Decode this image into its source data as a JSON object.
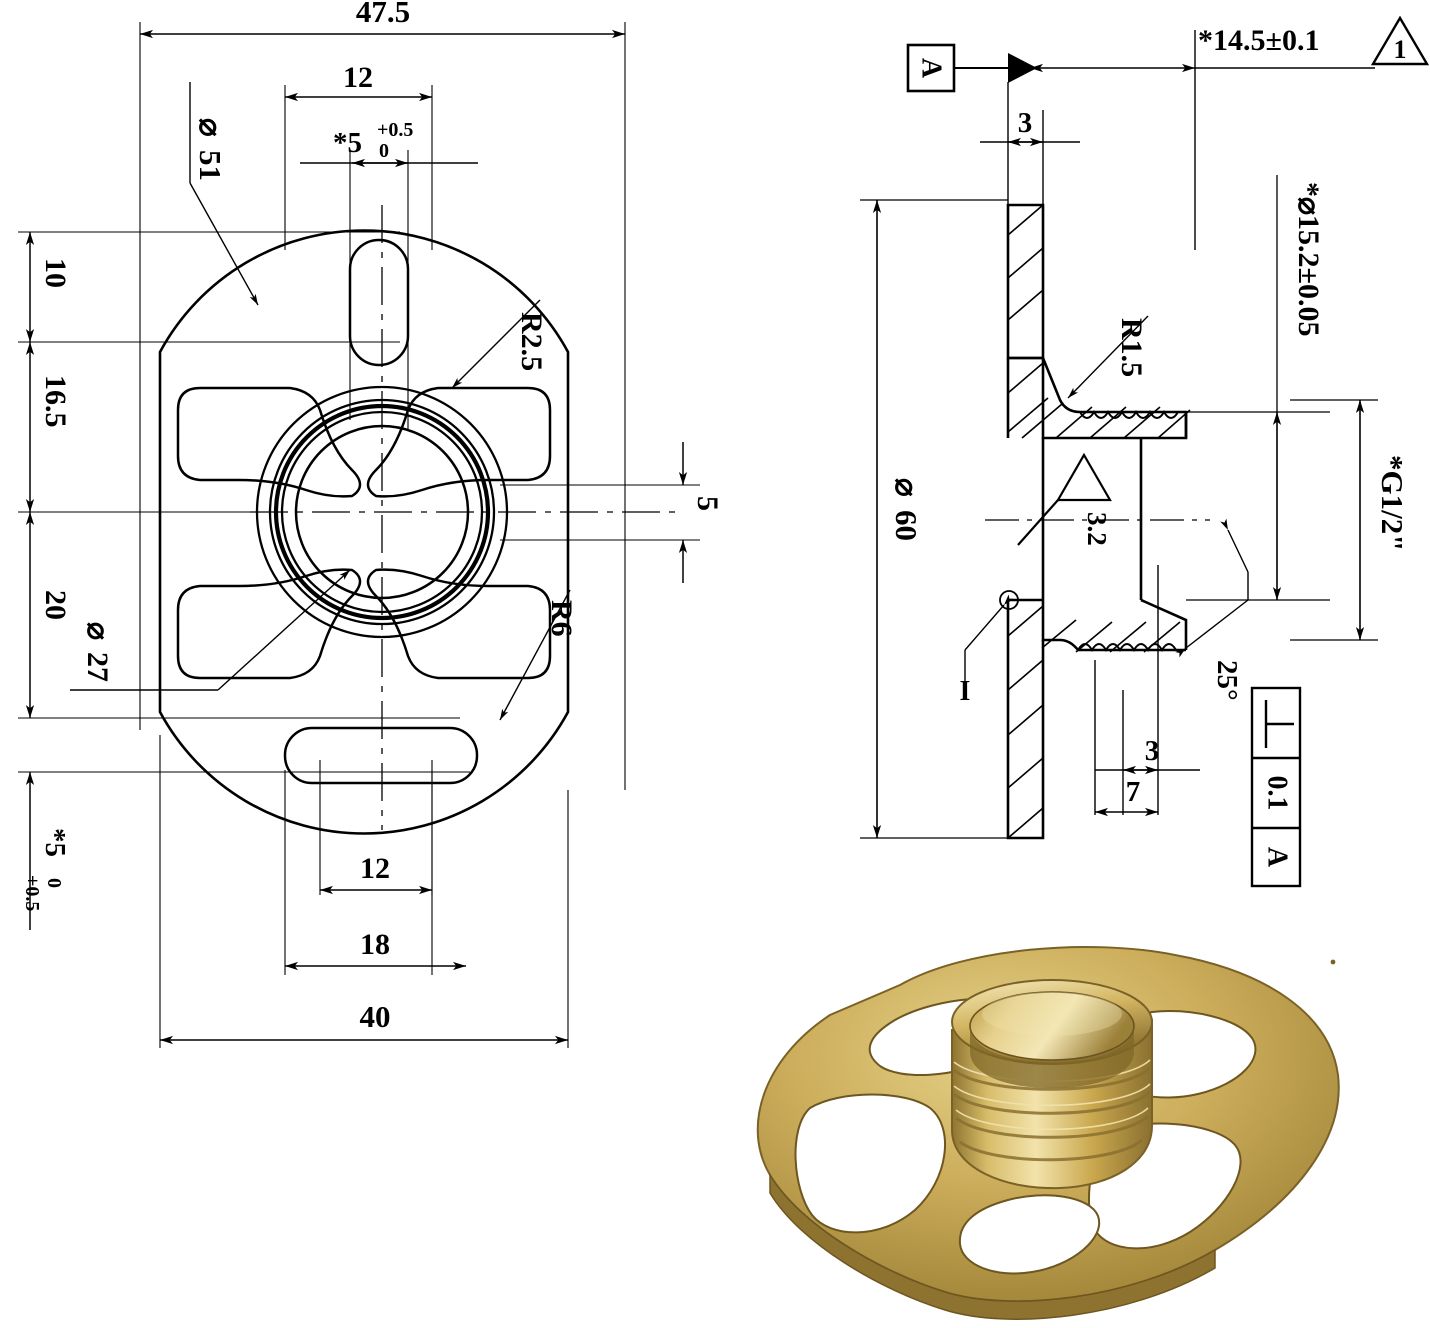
{
  "drawing": {
    "title": "Brass flange mounting plate technical drawing",
    "views": {
      "plan": {
        "name": "plan-view",
        "dimensions": {
          "overall_width_top": "47.5",
          "overall_width_bottom": "40",
          "slot_width_outer": "12",
          "slot_width_inner_top": "12",
          "slot_width_inner_bottom": "18",
          "slot_depth_top": "*5",
          "slot_depth_top_tol_upper": "+0.5",
          "slot_depth_top_tol_lower": "0",
          "slot_depth_bottom": "*5",
          "slot_depth_bottom_tol_upper": "+0.5",
          "slot_depth_bottom_tol_lower": "0",
          "vertical_10": "10",
          "vertical_16_5": "16.5",
          "vertical_20": "20",
          "rib_width": "5",
          "dia_51": "51",
          "dia_27": "27",
          "radius_2_5": "R2.5",
          "radius_6": "R6",
          "dia_symbol": "⌀"
        }
      },
      "section": {
        "name": "section-view",
        "datum_label": "A",
        "dimensions": {
          "flange_thickness": "3",
          "total_length": "*14.5±0.1",
          "revision_balloon": "1",
          "dia_60": "60",
          "dia_15_2": "*⌀15.2±0.05",
          "thread_spec": "*G1/2\"",
          "fillet_radius": "R1.5",
          "surface_finish": "3.2",
          "chamfer_angle": "25°",
          "detail_callout": "I",
          "boss_step_3": "3",
          "boss_step_7": "7",
          "dia_symbol": "⌀"
        },
        "feature_control_frame": {
          "symbol": "perpendicularity",
          "tolerance": "0.1",
          "datum": "A"
        }
      }
    }
  },
  "photo": {
    "name": "brass-part-photograph",
    "alt": "Machined brass flange plate with G1/2 inch threaded boss",
    "colors": {
      "brass_light": "#e8d48a",
      "brass_mid": "#c9a84c",
      "brass_dark": "#9c7f33",
      "brass_deep": "#7a6126",
      "bore_shadow": "#6b5420",
      "highlight": "#f6ecbe",
      "background": "#ffffff"
    }
  },
  "style": {
    "line_color": "#000000",
    "thin_line": 1.1,
    "thick_line": 2.2,
    "text_color": "#000000"
  }
}
